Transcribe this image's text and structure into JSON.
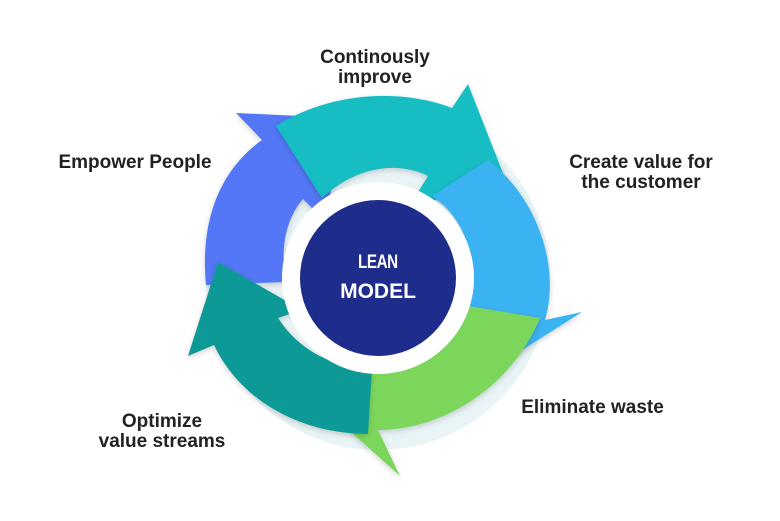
{
  "diagram": {
    "center": {
      "line1": "LEAN",
      "line2": "MODEL"
    },
    "steps": [
      {
        "id": "improve",
        "lines": [
          "Continously",
          "improve"
        ],
        "color": "#13BEC4"
      },
      {
        "id": "create",
        "lines": [
          "Create value for",
          "the customer"
        ],
        "color": "#3AB3F2"
      },
      {
        "id": "eliminate",
        "lines": [
          "Eliminate waste"
        ],
        "color": "#7CD65B"
      },
      {
        "id": "optimize",
        "lines": [
          "Optimize",
          "value streams"
        ],
        "color": "#0E9A96"
      },
      {
        "id": "empower",
        "lines": [
          "Empower People"
        ],
        "color": "#5277F6"
      }
    ],
    "colors": {
      "center_fill": "#1E2C8C",
      "text_dark": "#222222"
    }
  }
}
